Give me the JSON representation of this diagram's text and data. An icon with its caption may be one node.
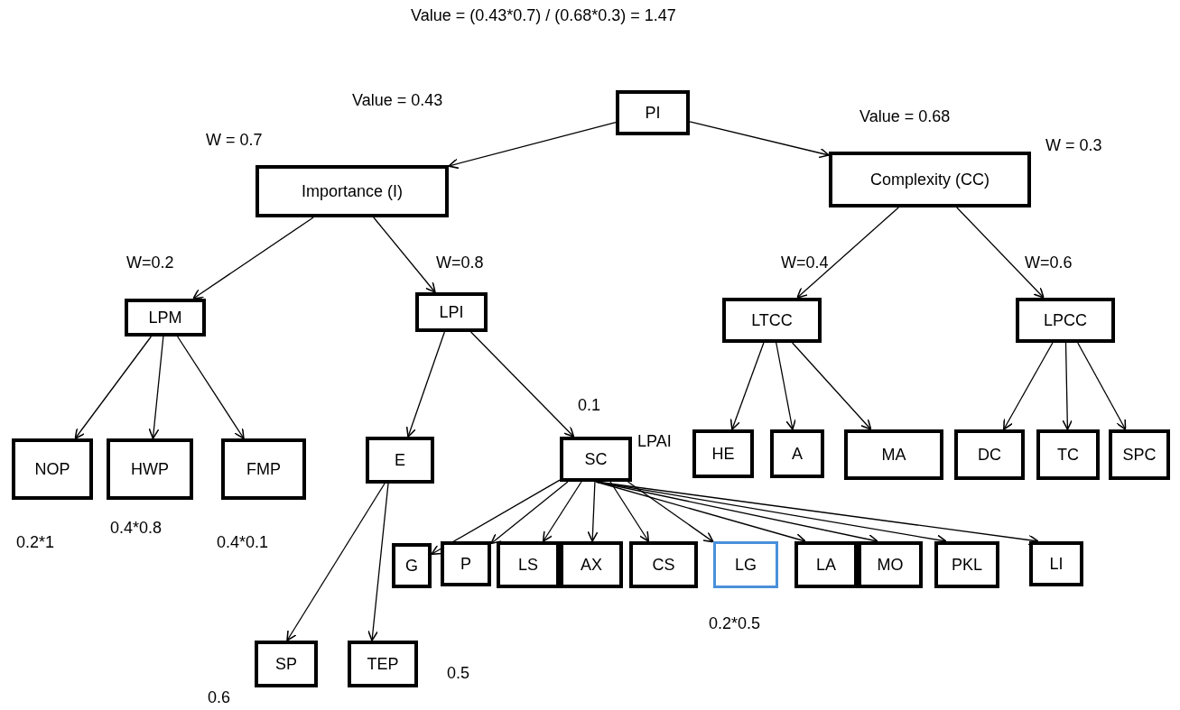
{
  "diagram": {
    "nodes": [
      {
        "text": [
          "PI"
        ]
      },
      {
        "text": [
          "Importance (I)"
        ]
      },
      {
        "text": [
          "Complexity (CC)"
        ]
      },
      {
        "text": [
          "LPM"
        ]
      },
      {
        "text": [
          "LPI"
        ]
      },
      {
        "text": [
          "LTCC"
        ]
      },
      {
        "text": [
          "LPCC"
        ]
      },
      {
        "text": [
          "NOP"
        ]
      },
      {
        "text": [
          "HWP"
        ]
      },
      {
        "text": [
          "FMP"
        ]
      },
      {
        "text": [
          "E"
        ]
      },
      {
        "text": [
          "SC"
        ]
      },
      {
        "text": [
          "HE"
        ]
      },
      {
        "text": [
          "A"
        ]
      },
      {
        "text": [
          "MA"
        ]
      },
      {
        "text": [
          "DC"
        ]
      },
      {
        "text": [
          "TC"
        ]
      },
      {
        "text": [
          "SPC"
        ]
      },
      {
        "text": [
          "G"
        ]
      },
      {
        "text": [
          "P"
        ]
      },
      {
        "text": [
          "LS"
        ]
      },
      {
        "text": [
          "AX"
        ]
      },
      {
        "text": [
          "CS"
        ]
      },
      {
        "text": [
          "LG"
        ]
      },
      {
        "text": [
          "LA"
        ]
      },
      {
        "text": [
          "MO"
        ]
      },
      {
        "text": [
          "PKL"
        ]
      },
      {
        "text": [
          "LI"
        ]
      },
      {
        "text": [
          "SP"
        ]
      },
      {
        "text": [
          "TEP"
        ]
      }
    ],
    "edges": [
      {
        "from": 0,
        "to": 1,
        "arrow": "to"
      },
      {
        "from": 0,
        "to": 2,
        "arrow": "to"
      },
      {
        "from": 1,
        "to": 3,
        "arrow": "to"
      },
      {
        "from": 1,
        "to": 4,
        "arrow": "to"
      },
      {
        "from": 2,
        "to": 5,
        "arrow": "to"
      },
      {
        "from": 2,
        "to": 6,
        "arrow": "to"
      },
      {
        "from": 3,
        "to": 7,
        "arrow": "to"
      },
      {
        "from": 3,
        "to": 8,
        "arrow": "to"
      },
      {
        "from": 3,
        "to": 9,
        "arrow": "to"
      },
      {
        "from": 4,
        "to": 10,
        "arrow": "to"
      },
      {
        "from": 4,
        "to": 11,
        "arrow": "to"
      },
      {
        "from": 5,
        "to": 12,
        "arrow": "to"
      },
      {
        "from": 5,
        "to": 13,
        "arrow": "to"
      },
      {
        "from": 5,
        "to": 14,
        "arrow": "to"
      },
      {
        "from": 6,
        "to": 15,
        "arrow": "to"
      },
      {
        "from": 6,
        "to": 16,
        "arrow": "to"
      },
      {
        "from": 6,
        "to": 17,
        "arrow": "to"
      },
      {
        "from": 11,
        "to": 18,
        "arrow": "to"
      },
      {
        "from": 11,
        "to": 19,
        "arrow": "to"
      },
      {
        "from": 11,
        "to": 20,
        "arrow": "to"
      },
      {
        "from": 11,
        "to": 21,
        "arrow": "to"
      },
      {
        "from": 11,
        "to": 22,
        "arrow": "to"
      },
      {
        "from": 11,
        "to": 23,
        "arrow": "to"
      },
      {
        "from": 11,
        "to": 24,
        "arrow": "to"
      },
      {
        "from": 11,
        "to": 25,
        "arrow": "to"
      },
      {
        "from": 11,
        "to": 26,
        "arrow": "to"
      },
      {
        "from": 11,
        "to": 27,
        "arrow": "to"
      },
      {
        "from": 10,
        "to": 28,
        "arrow": "to"
      },
      {
        "from": 10,
        "to": 29,
        "arrow": "to"
      }
    ],
    "labels": [
      "Value = (0.43*0.7) / (0.68*0.3) = 1.47",
      "Value = 0.43",
      "W = 0.7",
      "Value = 0.68",
      "W = 0.3",
      "W=0.2",
      "W=0.8",
      "W=0.4",
      "W=0.6",
      "0.1",
      "LPAI",
      "0.2*1",
      "0.4*0.8",
      "0.4*0.1",
      "0.2*0.5",
      "0.5",
      "0.6"
    ]
  }
}
